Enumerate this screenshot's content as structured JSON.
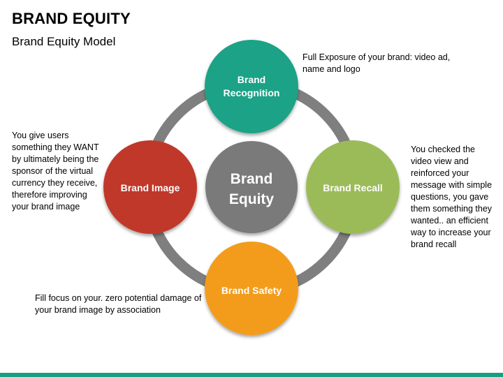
{
  "header": {
    "title": "BRAND EQUITY",
    "subtitle": "Brand Equity Model"
  },
  "diagram": {
    "center": {
      "line1": "Brand",
      "line2": "Equity",
      "color": "#7a7a7a"
    },
    "ring_color": "#7f7f7f",
    "nodes": {
      "recognition": {
        "line1": "Brand",
        "line2": "Recognition",
        "color": "#1fa286"
      },
      "recall": {
        "label": "Brand Recall",
        "color": "#9bbb59"
      },
      "image": {
        "label": "Brand Image",
        "color": "#c0392b"
      },
      "safety": {
        "label": "Brand Safety",
        "color": "#f39c1f"
      }
    },
    "annotations": {
      "recognition": "Full Exposure of your brand: video ad, name and logo",
      "recall": "You checked the video view and reinforced your message with simple questions, you gave them something they wanted.. an efficient way to increase your brand recall",
      "image": "You give users something they WANT by ultimately being the sponsor of the virtual currency they receive, therefore improving your brand image",
      "safety": "Fill focus on your. zero potential damage of your brand image by association"
    }
  },
  "footer": {
    "bar_color": "#1a9d82"
  }
}
